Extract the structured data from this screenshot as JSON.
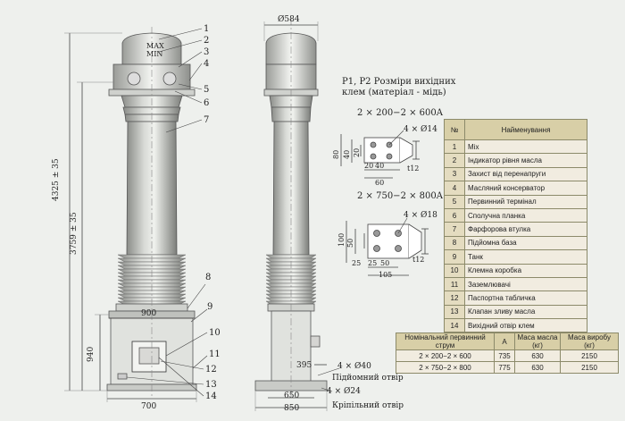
{
  "left_view": {
    "callouts": [
      "1",
      "2",
      "3",
      "4",
      "5",
      "6",
      "7",
      "8",
      "9",
      "10",
      "11",
      "12",
      "13",
      "14"
    ],
    "gauge_max": "MAX",
    "gauge_min": "MIN",
    "dims": {
      "total_height": "4325 ± 35",
      "height2": "3759 ± 35",
      "base_height": "940",
      "base_width": "900",
      "foot_width": "700"
    }
  },
  "right_view": {
    "top_dia": "Ø584",
    "dim_395": "395",
    "lift_holes": "4 × Ø40",
    "lift_holes_label": "Підйомний отвір",
    "mount_holes": "4 × Ø24",
    "mount_holes_label": "Кріпільний отвір",
    "dim_650": "650",
    "dim_850": "850"
  },
  "terminals": {
    "title_line1": "P1, P2 Розміри вихідних",
    "title_line2": "клем (матеріал - мідь)",
    "spec1": {
      "title": "2 × 200−2 × 600A",
      "holes": "4 × Ø14",
      "d80": "80",
      "d40v": "40",
      "d20v": "20",
      "d20h": "20",
      "d40h": "40",
      "d60": "60",
      "t": "t12"
    },
    "spec2": {
      "title": "2 × 750−2 × 800A",
      "holes": "4 × Ø18",
      "d100": "100",
      "d50v": "50",
      "d25v": "25",
      "d25h": "25",
      "d50h": "50",
      "d105": "105",
      "t": "t12"
    }
  },
  "parts_table": {
    "header_no": "№",
    "header_name": "Найменування",
    "rows": [
      {
        "n": "1",
        "name": "Міх"
      },
      {
        "n": "2",
        "name": "Індикатор рівня масла"
      },
      {
        "n": "3",
        "name": "Захист від перенапруги"
      },
      {
        "n": "4",
        "name": "Масляний консерватор"
      },
      {
        "n": "5",
        "name": "Первинний термінал"
      },
      {
        "n": "6",
        "name": "Сполучна планка"
      },
      {
        "n": "7",
        "name": "Фарфорова втулка"
      },
      {
        "n": "8",
        "name": "Підйомна база"
      },
      {
        "n": "9",
        "name": "Танк"
      },
      {
        "n": "10",
        "name": "Клемна коробка"
      },
      {
        "n": "11",
        "name": "Заземлювачі"
      },
      {
        "n": "12",
        "name": "Паспортна табличка"
      },
      {
        "n": "13",
        "name": "Клапан зливу масла"
      },
      {
        "n": "14",
        "name": "Вихідний отвір клем"
      }
    ]
  },
  "weights_table": {
    "headers": [
      "Номінальний первинний струм",
      "A",
      "Маса масла (кг)",
      "Маса виробу (кг)"
    ],
    "rows": [
      [
        "2 × 200−2 × 600",
        "735",
        "630",
        "2150"
      ],
      [
        "2 × 750−2 × 800",
        "775",
        "630",
        "2150"
      ]
    ]
  },
  "colors": {
    "background": "#eef0ed",
    "line": "#444444",
    "table_header": "#d8cfa7",
    "table_cell": "#f1ece0",
    "porcelain_dark": "#8a8c88",
    "porcelain_light": "#e4e6e2"
  }
}
